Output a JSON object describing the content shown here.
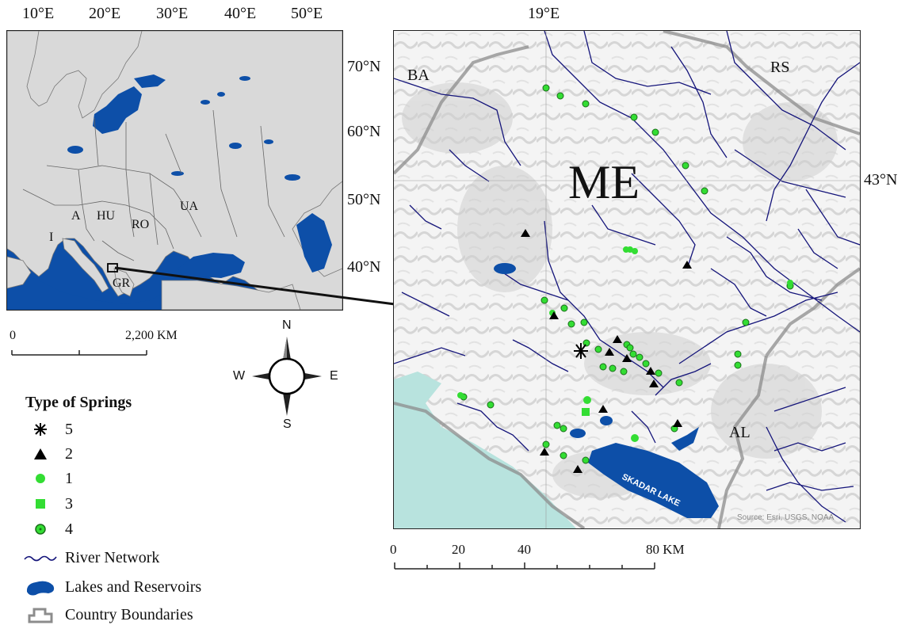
{
  "overview_map": {
    "lon_labels": [
      "10°E",
      "20°E",
      "30°E",
      "40°E",
      "50°E"
    ],
    "lat_labels": [
      "70°N",
      "60°N",
      "50°N",
      "40°N"
    ],
    "country_labels": [
      "A",
      "HU",
      "RO",
      "UA",
      "I",
      "GR"
    ],
    "scale": {
      "start": "0",
      "end": "2,200 KM"
    }
  },
  "detail_map": {
    "lon_label": "19°E",
    "lat_label": "43°N",
    "country_labels": {
      "montenegro": "ME",
      "bosnia": "BA",
      "serbia": "RS",
      "albania": "AL"
    },
    "lake_label": "SKADAR LAKE",
    "attribution": "Source: Esri, USGS, NOAA",
    "scale": {
      "ticks": [
        "0",
        "20",
        "40",
        "80 KM"
      ]
    }
  },
  "compass": {
    "n": "N",
    "s": "S",
    "e": "E",
    "w": "W"
  },
  "legend": {
    "title": "Type of Springs",
    "spring_types": [
      {
        "label": "5",
        "symbol": "asterisk-icon"
      },
      {
        "label": "2",
        "symbol": "triangle-icon"
      },
      {
        "label": "1",
        "symbol": "green-dot-icon"
      },
      {
        "label": "3",
        "symbol": "green-square-icon"
      },
      {
        "label": "4",
        "symbol": "green-ringed-dot-icon"
      }
    ],
    "layers": [
      {
        "label": "River Network",
        "symbol": "river-line-icon"
      },
      {
        "label": "Lakes and Reservoirs",
        "symbol": "lake-shape-icon"
      },
      {
        "label": "Country Boundaries",
        "symbol": "boundary-shape-icon"
      }
    ]
  },
  "colors": {
    "sea": "#0d4fa8",
    "land": "#d9d9d9",
    "coast_sea": "#b8e3de",
    "spring_green": "#33dd33",
    "river": "#14147a",
    "boundary": "#8c8c8c"
  }
}
